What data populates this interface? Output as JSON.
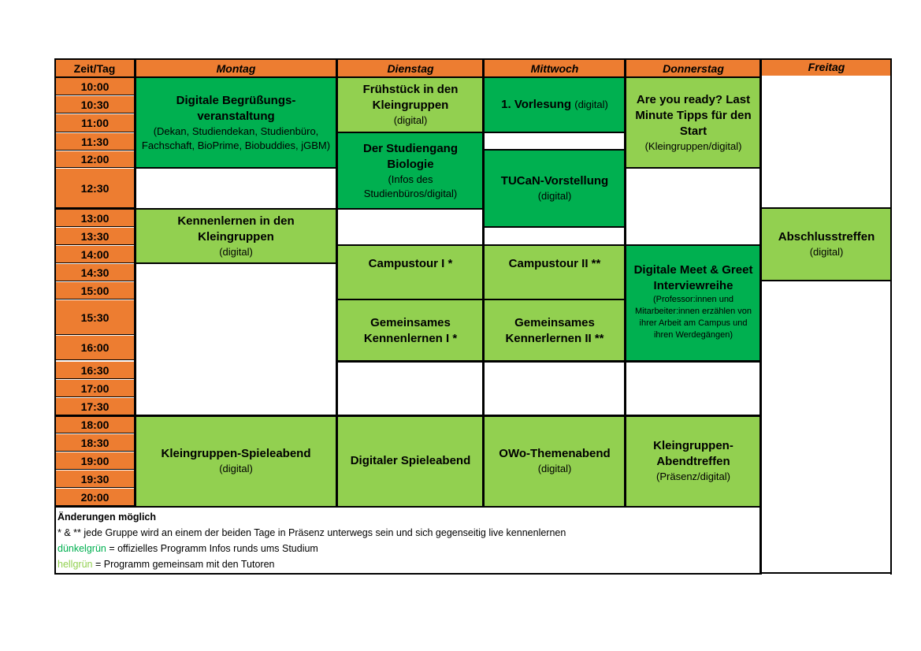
{
  "header": {
    "time_col": "Zeit/Tag",
    "days": [
      "Montag",
      "Dienstag",
      "Mittwoch",
      "Donnerstag",
      "Freitag"
    ]
  },
  "times": [
    "10:00",
    "10:30",
    "11:00",
    "11:30",
    "12:00",
    "12:30",
    "13:00",
    "13:30",
    "14:00",
    "14:30",
    "15:00",
    "15:30",
    "16:00",
    "16:30",
    "17:00",
    "17:30",
    "18:00",
    "18:30",
    "19:00",
    "19:30",
    "20:00"
  ],
  "events": {
    "mo_begruessung": {
      "title": "Digitale Begrüßungs-veranstaltung",
      "sub": "(Dekan, Studiendekan, Studienbüro, Fachschaft, BioPrime, Biobuddies, jGBM)"
    },
    "mo_kennenlernen": {
      "title": "Kennenlernen in den Kleingruppen",
      "sub": "(digital)"
    },
    "mo_spieleabend": {
      "title": "Kleingruppen-Spieleabend",
      "sub": "(digital)"
    },
    "di_fruehstueck": {
      "title": "Frühstück in den Kleingruppen",
      "sub": "(digital)"
    },
    "di_studiengang": {
      "title": "Der Studiengang Biologie",
      "sub": "(Infos des Studienbüros/digital)"
    },
    "di_campustour": {
      "title": "Campustour I *"
    },
    "di_gemeinsam": {
      "title": "Gemeinsames Kennenlernen I *"
    },
    "di_spieleabend": {
      "title": "Digitaler Spieleabend"
    },
    "mi_vorlesung": {
      "title": "1. Vorlesung",
      "sub": "(digital)"
    },
    "mi_tucan": {
      "title": "TUCaN-Vorstellung",
      "sub": "(digital)"
    },
    "mi_campustour": {
      "title": "Campustour II **"
    },
    "mi_gemeinsam": {
      "title": "Gemeinsames Kennerlernen II **"
    },
    "mi_themenabend": {
      "title": "OWo-Themenabend",
      "sub": "(digital)"
    },
    "do_ready": {
      "title": "Are you ready? Last Minute Tipps für den Start",
      "sub": "(Kleingruppen/digital)"
    },
    "do_meet": {
      "title": "Digitale Meet & Greet Interviewreihe",
      "sub": "(Professor:innen und Mitarbeiter:innen erzählen von ihrer Arbeit am Campus und ihren Werdegängen)"
    },
    "do_abendtreffen": {
      "title": "Kleingruppen-Abendtreffen",
      "sub": "(Präsenz/digital)"
    },
    "fr_abschluss": {
      "title": "Abschlusstreffen",
      "sub": "(digital)"
    }
  },
  "notes": {
    "title": "Änderungen möglich",
    "line1": "* & ** jede Gruppe wird an einem der beiden Tage in Präsenz unterwegs sein und sich gegenseitig live kennenlernen",
    "dark_label": "dünkelgrün",
    "dark_text": " = offizielles Programm Infos runds ums Studium",
    "light_label": "hellgrün",
    "light_text": " = Programm gemeinsam mit den Tutoren"
  },
  "colors": {
    "header": "#ed7d31",
    "dark_green": "#00b050",
    "light_green": "#92d050"
  }
}
